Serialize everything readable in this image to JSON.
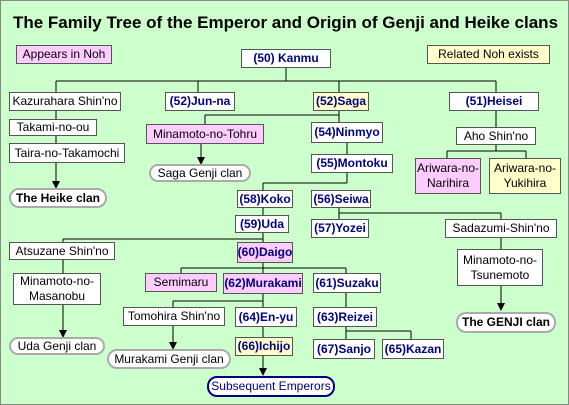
{
  "title": "The Family Tree of the Emperor and Origin of Genji and Heike clans",
  "legend": {
    "appears_in_noh": "Appears in Noh",
    "related_noh_exists": "Related Noh exists"
  },
  "nodes": {
    "kanmu": "(50) Kanmu",
    "kazurahara": "Kazurahara Shin'no",
    "takami": "Takami-no-ou",
    "taira_takamochi": "Taira-no-Takamochi",
    "heike_clan": "The Heike clan",
    "junna": "(52)Jun-na",
    "saga": "(52)Saga",
    "heisei": "(51)Heisei",
    "tohru": "Minamoto-no-Tohru",
    "saga_genji": "Saga Genji clan",
    "ninmyo": "(54)Ninmyo",
    "montoku": "(55)Montoku",
    "aho": "Aho Shin'no",
    "narihira": "Ariwara-no-Narihira",
    "yukihira": "Ariwara-no-Yukihira",
    "koko": "(58)Koko",
    "seiwa": "(56)Seiwa",
    "uda": "(59)Uda",
    "yozei": "(57)Yozei",
    "sadazumi": "Sadazumi-Shin'no",
    "atsuzane": "Atsuzane Shin'no",
    "daigo": "(60)Daigo",
    "masanobu": "Minamoto-no-Masanobu",
    "tsunemoto": "Minamoto-no-Tsunemoto",
    "semimaru": "Semimaru",
    "murakami": "(62)Murakami",
    "suzaku": "(61)Suzaku",
    "uda_genji": "Uda Genji clan",
    "tomohira": "Tomohira Shin'no",
    "enyu": "(64)En-yu",
    "reizei": "(63)Reizei",
    "genji_clan": "The GENJI clan",
    "murakami_genji": "Murakami Genji clan",
    "ichijo": "(66)Ichijo",
    "sanjo": "(67)Sanjo",
    "kazan": "(65)Kazan",
    "subsequent": "Subsequent Emperors"
  }
}
